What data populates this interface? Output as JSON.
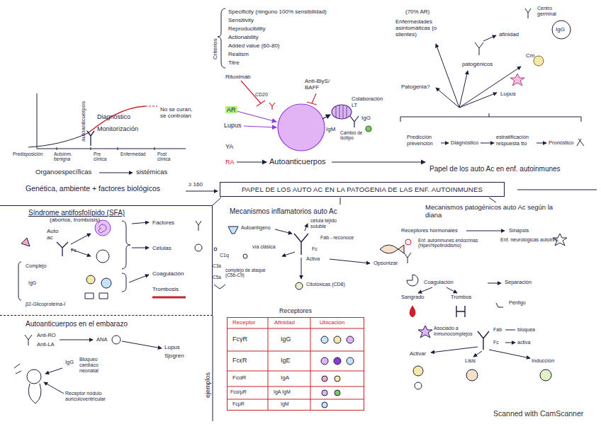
{
  "diagram": {
    "nodes": [
      {
        "text": [
          "PAPEL DE LOS AUTO AC EN LA PATOGENIA DE LAS ENF. AUTOINMUNES"
        ]
      },
      {
        "text": [
          "Síndrome antifosfolípido (SFA)",
          "(abortos, trombosis)"
        ]
      },
      {
        "text": [
          "Receptores"
        ]
      }
    ],
    "labels": [
      "autoanticuerpos",
      "Diagnóstico",
      "Monitorización",
      "No se curan, se controlan",
      "Predisposición",
      "Autoinm. benigna",
      "Pre clínica",
      "Enfermedad",
      "Post clínica",
      "Organoespecíficas",
      "sistémicas",
      "Genética, ambiente + factores biológicos",
      "≥ 160",
      "Criterios",
      "Specificity (ninguno 100% sensibilidad)",
      "Sensitivity",
      "Reproducibility",
      "Actionability",
      "Added value (60-80)",
      "Realism",
      "Titre",
      "Rituximab",
      "CD20",
      "Anti-BlyS/ BAFF",
      "AR",
      "Lupus",
      "Colaboración LT",
      "IgG",
      "IgM",
      "Cambio de isotipo",
      "YA",
      "RA",
      "Autoanticuerpos",
      "Papel de los auto Ac en enf. autoinmunes",
      "(70% AR)",
      "Enfermedades asintomáticas (o silentes)",
      "afinidad",
      "Centro germinal",
      "IgG",
      "patogénicos",
      "Cm",
      "Patogenia?",
      "Lupus",
      "Predicción prevención",
      "Diagnóstico",
      "estratificación respuesta tto",
      "Pronóstico",
      "Auto ac",
      "Fc",
      "Factores",
      "Células",
      "Coagulación",
      "Trombosis",
      "Complejo",
      "IgG",
      "β2-Glicoproteína-I",
      "Autoanticuerpos en el embarazo",
      "Anti-RO",
      "Anti-LA",
      "ANA",
      "Lupus",
      "Sjogren",
      "IgG",
      "Bloqueo cardíaco neonatal",
      "Receptor nódulo auriculoventricular",
      "ejemplos",
      "Mecanismos inflamatorios auto Ac",
      "Autoantígeno",
      "célula tejido soluble",
      "Fab - reconoce",
      "Fc",
      "Activa",
      "vía clásica",
      "C1q",
      "complejo de ataque (C5b-C9)",
      "C3a",
      "C5a",
      "Opsonizar",
      "Citotóxicas (CD8)",
      "Receptor",
      "Afinidad",
      "Ubicación",
      "FcγR",
      "IgG",
      "FcεR",
      "IgE",
      "FcαR",
      "IgA",
      "Fcα/μR",
      "IgA IgM",
      "FcμR",
      "IgM",
      "Mecanismos patogénicos auto Ac según la diana",
      "Receptores hormonales",
      "Enf. autoinmunes endocrinas (hiper/hipotiroidismo)",
      "Sinapsis",
      "Enf. neurológicas autoinm.",
      "Coagulación",
      "Sangrado",
      "Trombos",
      "Separación",
      "Pénfigo",
      "Asociado a inmunocomplejos",
      "Fab",
      "bloquea",
      "Fc",
      "activa",
      "Activar",
      "Lisis",
      "Inducción",
      "Scanned with CamScanner"
    ]
  }
}
